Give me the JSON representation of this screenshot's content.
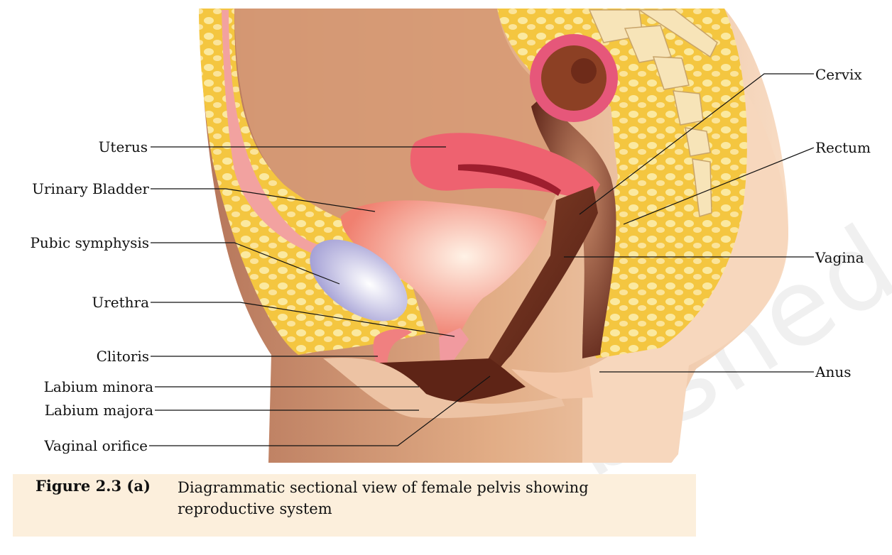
{
  "labels_left": [
    {
      "id": "uterus",
      "text": "Uterus"
    },
    {
      "id": "urinary-bladder",
      "text": "Urinary Bladder"
    },
    {
      "id": "pubic-symphysis",
      "text": "Pubic symphysis"
    },
    {
      "id": "urethra",
      "text": "Urethra"
    },
    {
      "id": "clitoris",
      "text": "Clitoris"
    },
    {
      "id": "labium-minora",
      "text": "Labium minora"
    },
    {
      "id": "labium-majora",
      "text": "Labium majora"
    },
    {
      "id": "vaginal-orifice",
      "text": "Vaginal orifice"
    }
  ],
  "labels_right": [
    {
      "id": "cervix",
      "text": "Cervix"
    },
    {
      "id": "rectum",
      "text": "Rectum"
    },
    {
      "id": "vagina",
      "text": "Vagina"
    },
    {
      "id": "anus",
      "text": "Anus"
    }
  ],
  "caption": {
    "number": "Figure 2.3 (a)",
    "text": "Diagrammatic sectional view of female pelvis showing reproductive system"
  },
  "colors": {
    "fat": "#f3c94a",
    "skin": "#d89a72",
    "uterus": "#ec5c6c",
    "bladder": "#f7a592",
    "vagina": "#6b2a1c",
    "rectum": "#7b3a26",
    "pubic": "#b9b6e0",
    "caption_bg": "#fcefdc"
  },
  "watermark": "bished"
}
